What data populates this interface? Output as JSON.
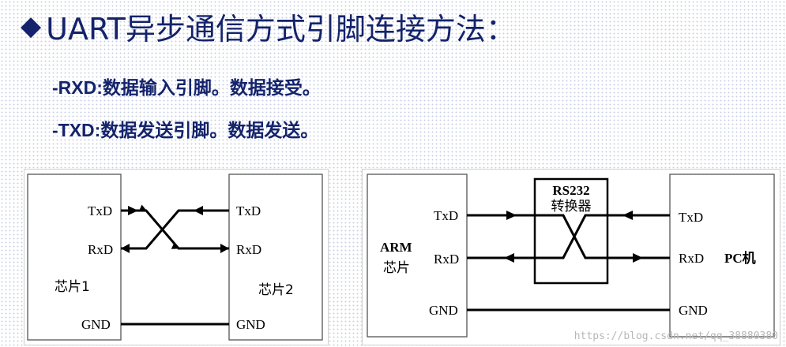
{
  "title": {
    "bullet": "◆",
    "text": "UART异步通信方式引脚连接方法："
  },
  "lines": [
    {
      "code": "-RXD:",
      "text": "数据输入引脚。数据接受。"
    },
    {
      "code": "-TXD:",
      "text": "数据发送引脚。数据发送。"
    }
  ],
  "left_diagram": {
    "chip1": {
      "txd": "TxD",
      "rxd": "RxD",
      "name": "芯片1",
      "gnd": "GND"
    },
    "chip2": {
      "txd": "TxD",
      "rxd": "RxD",
      "name": "芯片2",
      "gnd": "GND"
    }
  },
  "right_diagram": {
    "arm": {
      "name_line1": "ARM",
      "name_line2": "芯片",
      "txd": "TxD",
      "rxd": "RxD",
      "gnd": "GND"
    },
    "converter": {
      "line1": "RS232",
      "line2": "转换器"
    },
    "pc": {
      "name": "PC机",
      "txd": "TxD",
      "rxd": "RxD",
      "gnd": "GND"
    }
  },
  "watermark": "https://blog.csdn.net/qq_38880380"
}
